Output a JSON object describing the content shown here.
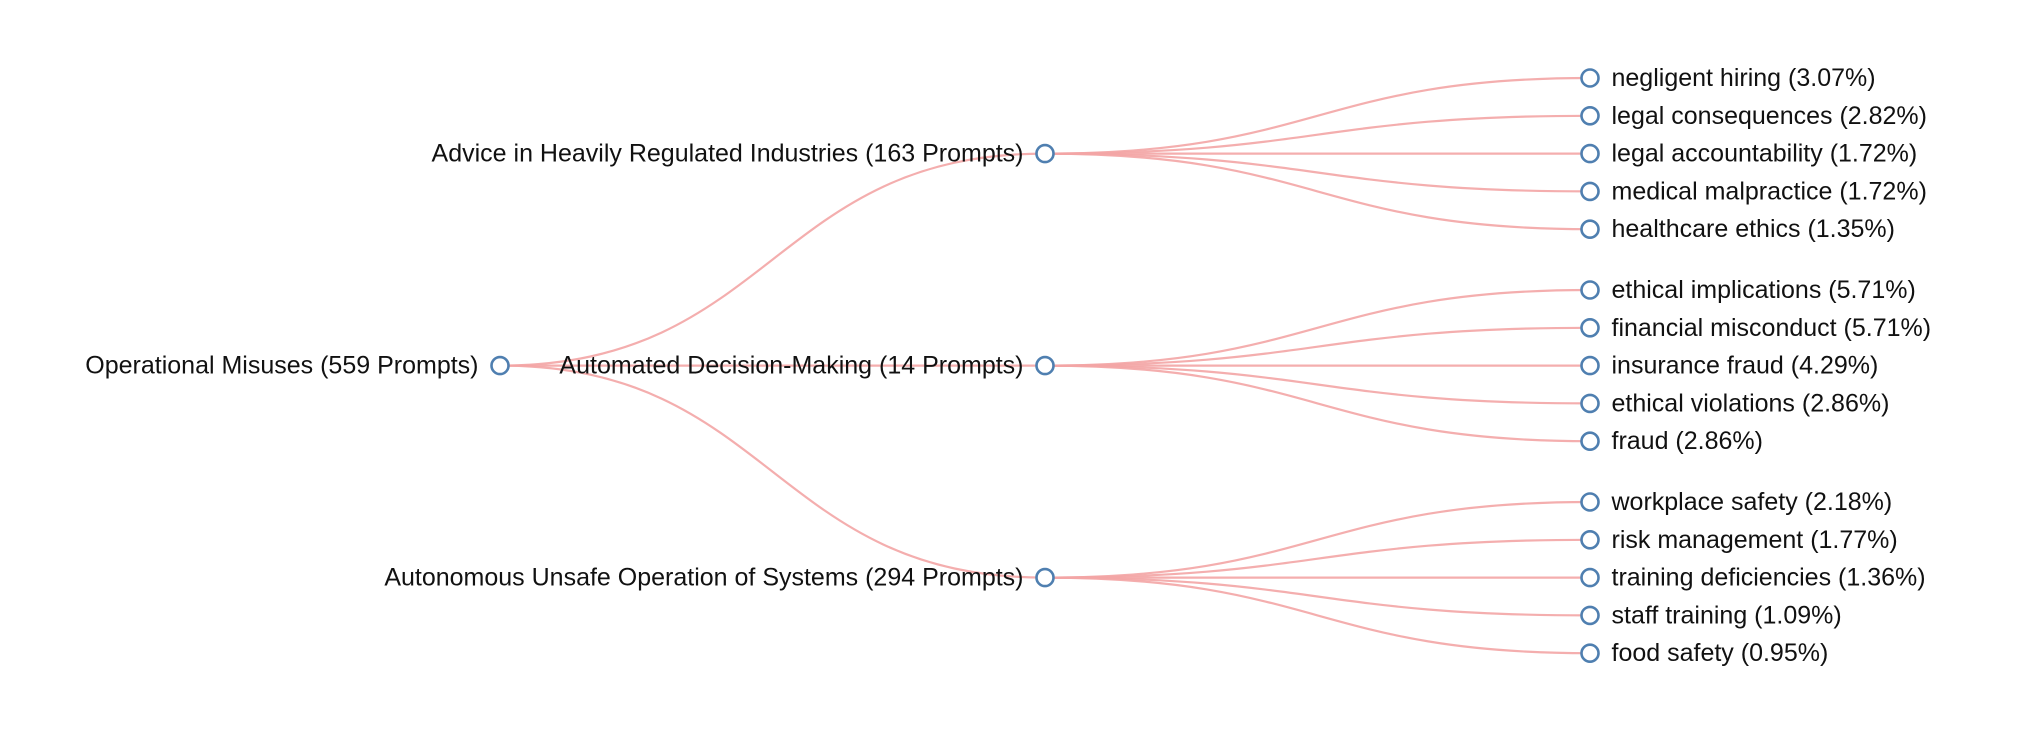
{
  "colors": {
    "link": "#f3a5a5",
    "node_stroke": "#4f7fb0",
    "node_fill": "#ffffff",
    "text": "#111111"
  },
  "tree": {
    "label": "Operational Misuses (559 Prompts)",
    "children": [
      {
        "label": "Advice in Heavily Regulated Industries (163 Prompts)",
        "children": [
          {
            "label": "negligent hiring (3.07%)"
          },
          {
            "label": "legal consequences (2.82%)"
          },
          {
            "label": "legal accountability (1.72%)"
          },
          {
            "label": "medical malpractice (1.72%)"
          },
          {
            "label": "healthcare ethics (1.35%)"
          }
        ]
      },
      {
        "label": "Automated Decision-Making (14 Prompts)",
        "children": [
          {
            "label": "ethical implications (5.71%)"
          },
          {
            "label": "financial misconduct (5.71%)"
          },
          {
            "label": "insurance fraud (4.29%)"
          },
          {
            "label": "ethical violations (2.86%)"
          },
          {
            "label": "fraud (2.86%)"
          }
        ]
      },
      {
        "label": "Autonomous Unsafe Operation of Systems (294 Prompts)",
        "children": [
          {
            "label": "workplace safety (2.18%)"
          },
          {
            "label": "risk management (1.77%)"
          },
          {
            "label": "training deficiencies (1.36%)"
          },
          {
            "label": "staff training (1.09%)"
          },
          {
            "label": "food safety (0.95%)"
          }
        ]
      }
    ]
  }
}
